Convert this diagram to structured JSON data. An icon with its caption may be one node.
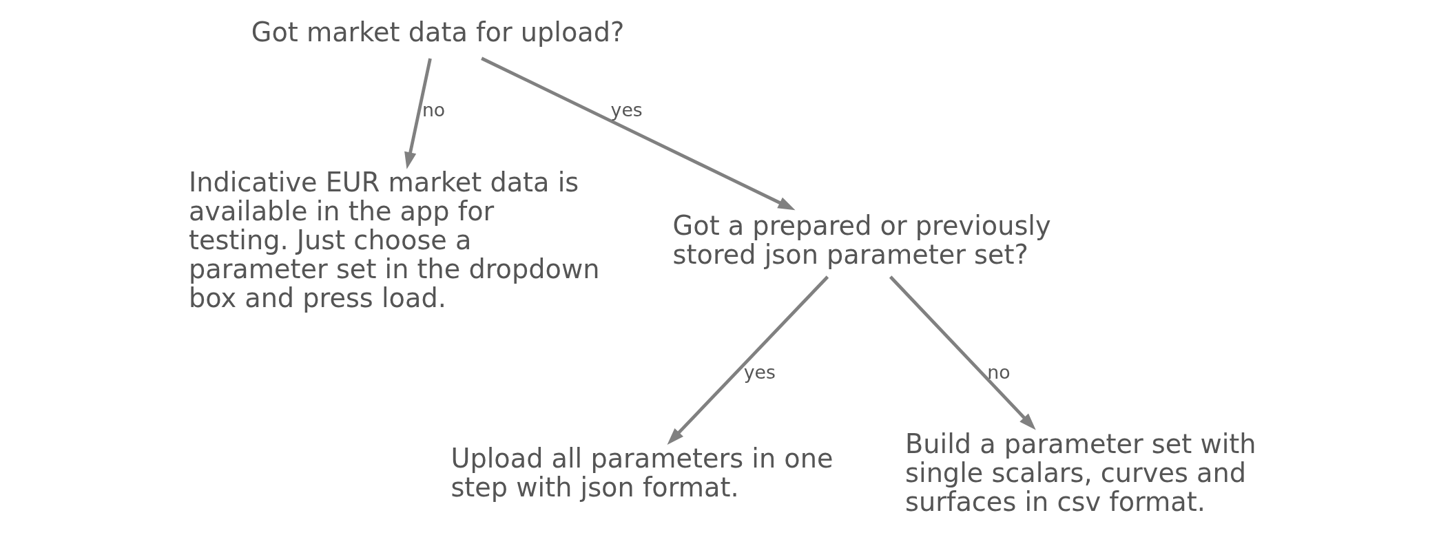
{
  "diagram": {
    "nodes": [
      {
        "text": [
          "Got market data for upload?"
        ]
      },
      {
        "text": [
          "Indicative EUR market data is available in the app for testing. Just choose a parameter set in the dropdown box and press load."
        ]
      },
      {
        "text": [
          "Got a prepared or previously stored json parameter set?"
        ]
      },
      {
        "text": [
          "Upload all parameters in one step with json format."
        ]
      },
      {
        "text": [
          "Build a parameter set with single scalars, curves and surfaces in csv format."
        ]
      }
    ],
    "edges": [
      {
        "from": 0,
        "to": 1,
        "arrow": "to",
        "label": "no"
      },
      {
        "from": 0,
        "to": 2,
        "arrow": "to",
        "label": "yes"
      },
      {
        "from": 2,
        "to": 3,
        "arrow": "to",
        "label": "yes"
      },
      {
        "from": 2,
        "to": 4,
        "arrow": "to",
        "label": "no"
      }
    ]
  }
}
